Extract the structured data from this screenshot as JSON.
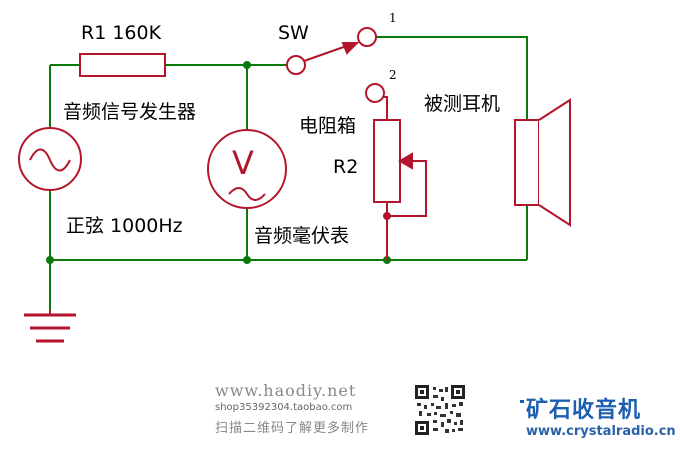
{
  "labels": {
    "r1": "R1 160K",
    "sw": "SW",
    "sw_pos1": "1",
    "sw_pos2": "2",
    "generator": "音频信号发生器",
    "waveform": "正弦 1000Hz",
    "voltmeter_symbol": "V",
    "voltmeter": "音频毫伏表",
    "resistor_box": "电阻箱",
    "r2": "R2",
    "earphone": "被测耳机"
  },
  "watermark": {
    "site": "www.haodiy.net",
    "shop": "shop35392304.taobao.com",
    "scan": "扫描二维码了解更多制作"
  },
  "brand": {
    "name": "矿石收音机",
    "url": "www.crystalradio.cn"
  },
  "colors": {
    "wire": "#0b7a0b",
    "component": "#b3162c",
    "brand": "#1c5fb0"
  }
}
